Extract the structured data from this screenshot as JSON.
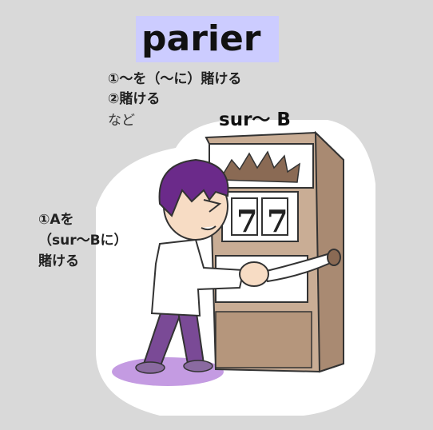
{
  "title": "parier",
  "definitions": [
    "①～を（～に）賭ける",
    "②賭ける",
    "など"
  ],
  "sur_label": "sur～ B",
  "side_note": [
    "①Aを",
    "（sur～Bに）",
    "賭ける"
  ],
  "slot_reels": [
    "7",
    "7"
  ],
  "colors": {
    "background": "#d9d9d9",
    "title_bg": "#ccccff",
    "hair": "#6b2a8a",
    "machine": "#b5967c",
    "shadow": "#b07ad8"
  },
  "icons": [
    "slot-machine-icon",
    "person-icon"
  ]
}
